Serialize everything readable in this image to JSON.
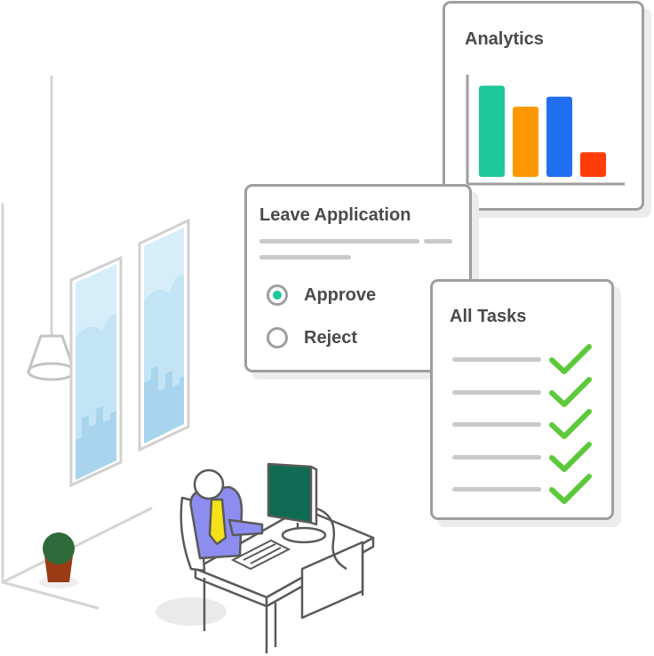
{
  "colors": {
    "card_border": "#9e9e9e",
    "text": "#4a4a4a",
    "placeholder_line": "#c9c9c9",
    "radio_selected": "#1ec89a",
    "check": "#5cc93b",
    "monitor_screen": "#0f6b52",
    "tie": "#f5e11a",
    "shirt": "#8d8df0",
    "plant": "#2f6b3a",
    "pot": "#9a3b16",
    "sky": "#bfe3f6"
  },
  "leave_application": {
    "title": "Leave Application",
    "options": [
      {
        "label": "Approve",
        "selected": true
      },
      {
        "label": "Reject",
        "selected": false
      }
    ]
  },
  "analytics": {
    "title": "Analytics",
    "chart_data": {
      "type": "bar",
      "categories": [
        "",
        "",
        "",
        ""
      ],
      "values": [
        100,
        77,
        88,
        27
      ],
      "colors": [
        "#1ec89a",
        "#ff9800",
        "#1f6ff0",
        "#ff3d0a"
      ],
      "ylim": [
        0,
        115
      ],
      "grid": false
    }
  },
  "all_tasks": {
    "title": "All Tasks",
    "tasks": [
      {
        "done": true
      },
      {
        "done": true
      },
      {
        "done": true
      },
      {
        "done": true
      },
      {
        "done": true
      }
    ]
  },
  "illustration": {
    "icons": [
      "pendant-lamp-icon",
      "window-icon",
      "potted-plant-icon",
      "desk-icon",
      "monitor-icon",
      "keyboard-icon",
      "office-worker-icon"
    ]
  }
}
